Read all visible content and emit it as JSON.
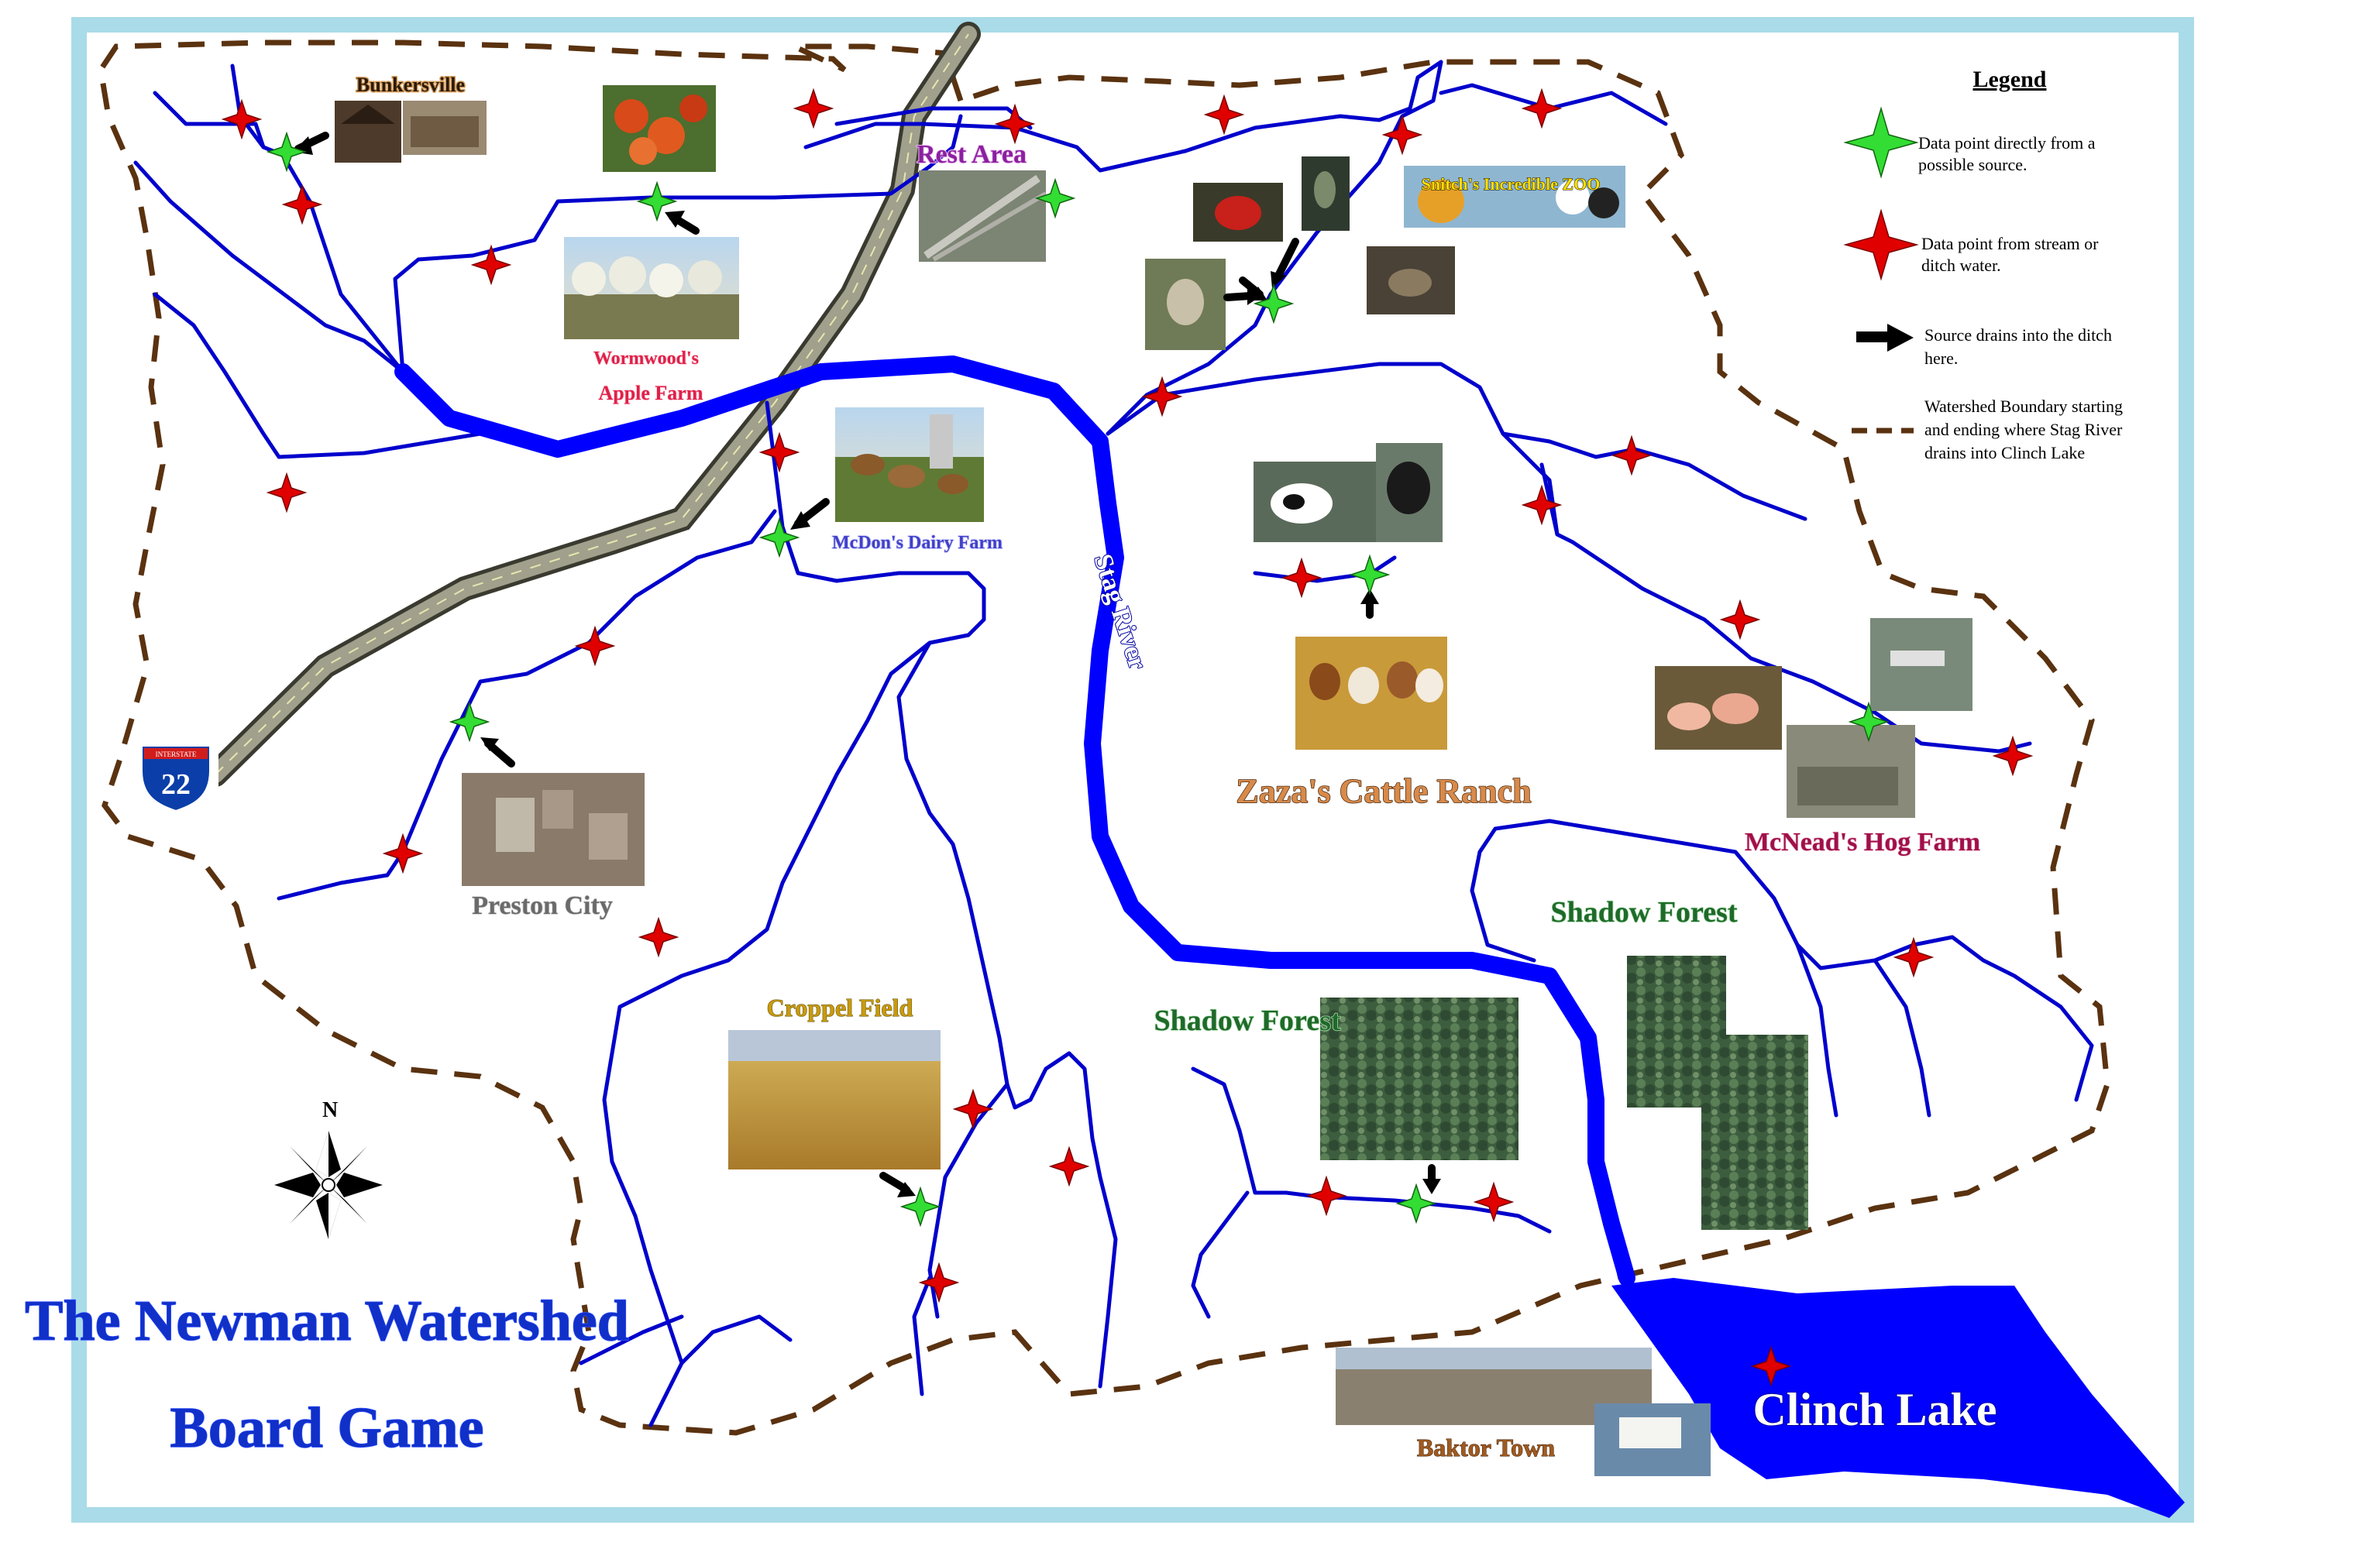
{
  "map": {
    "title_line1": "The Newman Watershed",
    "title_line2": "Board Game",
    "north_label": "N",
    "interstate_label": "INTERSTATE",
    "interstate_number": "22",
    "river_label": "Stag River",
    "places": {
      "bunkersville": "Bunkersville",
      "rest_area": "Rest Area",
      "zoo": "Snitch's Incredible ZOO",
      "wormwood_line1": "Wormwood's",
      "wormwood_line2": "Apple Farm",
      "dairy": "McDon's Dairy Farm",
      "cattle": "Zaza's Cattle Ranch",
      "hog": "McNead's Hog Farm",
      "preston": "Preston City",
      "croppel": "Croppel Field",
      "shadow_forest_a": "Shadow Forest",
      "shadow_forest_b": "Shadow Forest",
      "baktor": "Baktor Town",
      "lake": "Clinch Lake"
    }
  },
  "legend": {
    "title": "Legend",
    "green_line1": "Data point directly from a",
    "green_line2": "possible source.",
    "red_line1": "Data point from stream or",
    "red_line2": "ditch water.",
    "arrow_line1": "Source drains into the ditch",
    "arrow_line2": "here.",
    "boundary_line1": "Watershed Boundary starting",
    "boundary_line2": "and ending where Stag River",
    "boundary_line3": "drains into Clinch Lake"
  },
  "colors": {
    "frame": "#a9dbe8",
    "river": "#0000ff",
    "stream": "#0000cc",
    "boundary": "#5a3210",
    "road": "#8c8c78",
    "source_marker": "#33dd33",
    "stream_marker": "#e00000"
  },
  "icons": {
    "source_point": "green-star-marker",
    "stream_point": "red-star-marker",
    "drain_arrow": "black-arrow",
    "compass": "compass-rose-icon",
    "interstate_shield": "interstate-shield-icon"
  }
}
